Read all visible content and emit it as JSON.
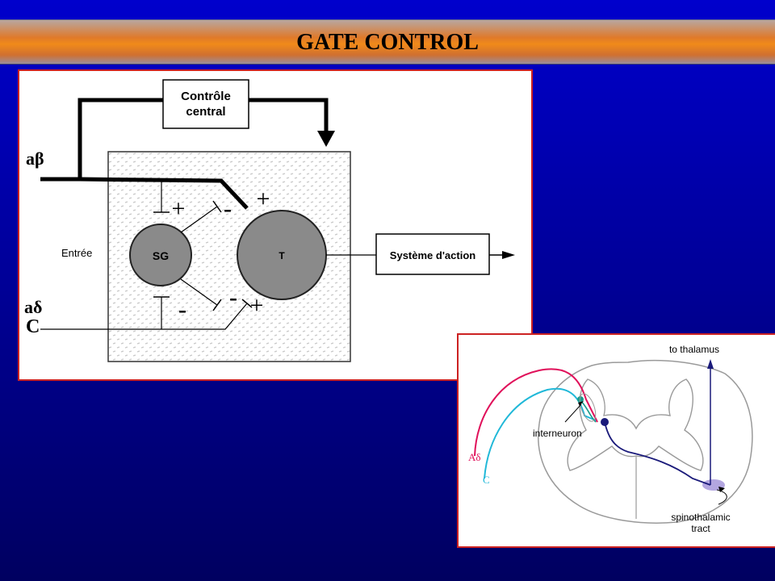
{
  "title": "GATE CONTROL",
  "left_diagram": {
    "central_control_line1": "Contrôle",
    "central_control_line2": "central",
    "input_label": "Entrée",
    "fiber_ab": "aβ",
    "fiber_ad": "aδ",
    "fiber_c": "C",
    "sg_label": "SG",
    "t_label": "T",
    "action_label": "Système d'action",
    "signs": {
      "ab_to_sg": "+",
      "sg_to_t_top": "-",
      "ab_to_t": "+",
      "c_to_sg": "-",
      "sg_to_t_bottom": "-",
      "c_to_t": "+"
    }
  },
  "right_diagram": {
    "to_thalamus": "to thalamus",
    "interneuron": "interneuron",
    "fiber_ad": "Aδ",
    "fiber_c": "C",
    "tract_line1": "spinothalamic",
    "tract_line2": "tract",
    "colors": {
      "ad_fiber": "#e0105a",
      "c_fiber": "#20b8d8",
      "tract": "#1a1a7a",
      "interneuron": "#1a9a8a"
    }
  }
}
